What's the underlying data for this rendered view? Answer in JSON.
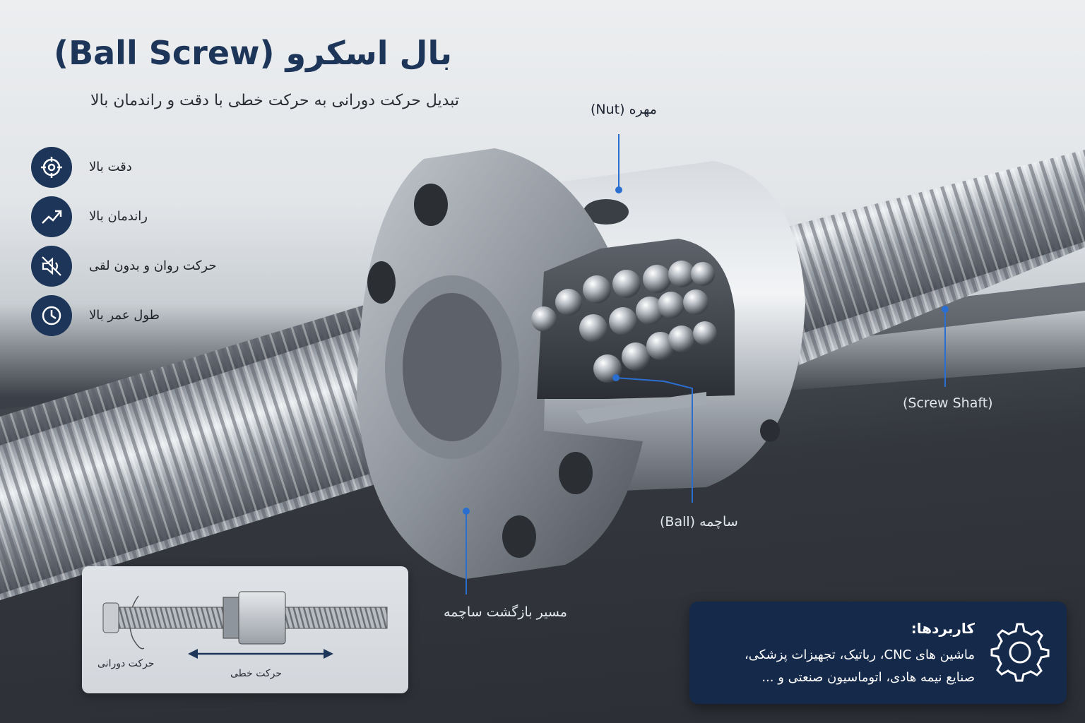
{
  "header": {
    "title": "بال اسکرو (Ball Screw)",
    "subtitle": "تبدیل حرکت دورانی به حرکت خطی با دقت و راندمان بالا"
  },
  "features": [
    {
      "icon": "target-icon",
      "label": "دقت بالا"
    },
    {
      "icon": "trend-up-icon",
      "label": "راندمان بالا"
    },
    {
      "icon": "mute-icon",
      "label": "حرکت روان و بدون لقی"
    },
    {
      "icon": "clock-icon",
      "label": "طول عمر بالا"
    }
  ],
  "callouts": {
    "nut": "مهره (Nut)",
    "shaft": "(Screw Shaft)",
    "ball": "ساچمه (Ball)",
    "return_path": "مسیر بازگشت ساچمه"
  },
  "diagram": {
    "rotary": "حرکت دورانی",
    "linear": "حرکت خطی"
  },
  "applications": {
    "title": "کاربردها:",
    "line1": "ماشین های CNC، رباتیک، تجهیزات پزشکی،",
    "line2": "صنایع نیمه هادی، اتوماسیون صنعتی و ..."
  },
  "colors": {
    "brand": "#1d3558",
    "callout_line": "#2a6fd0",
    "panel": "#15294a"
  }
}
